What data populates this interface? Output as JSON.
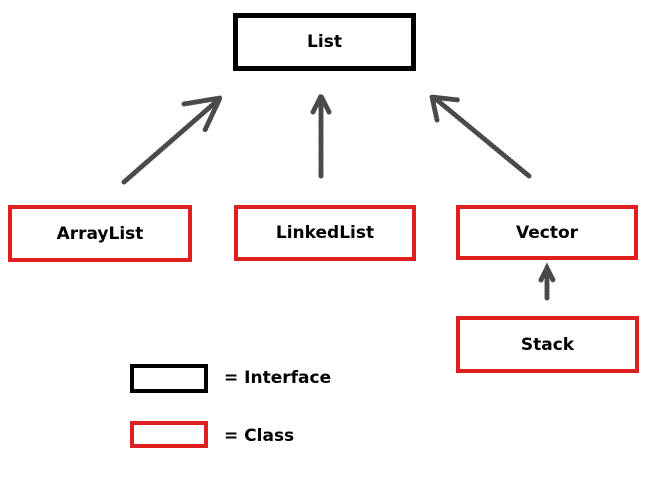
{
  "nodes": {
    "list": "List",
    "arraylist": "ArrayList",
    "linkedlist": "LinkedList",
    "vector": "Vector",
    "stack": "Stack"
  },
  "legend": {
    "interface": "=  Interface",
    "class": "=  Class"
  },
  "colors": {
    "interface_border": "#000000",
    "class_border": "#e02020",
    "arrow": "#4a4a4a"
  }
}
